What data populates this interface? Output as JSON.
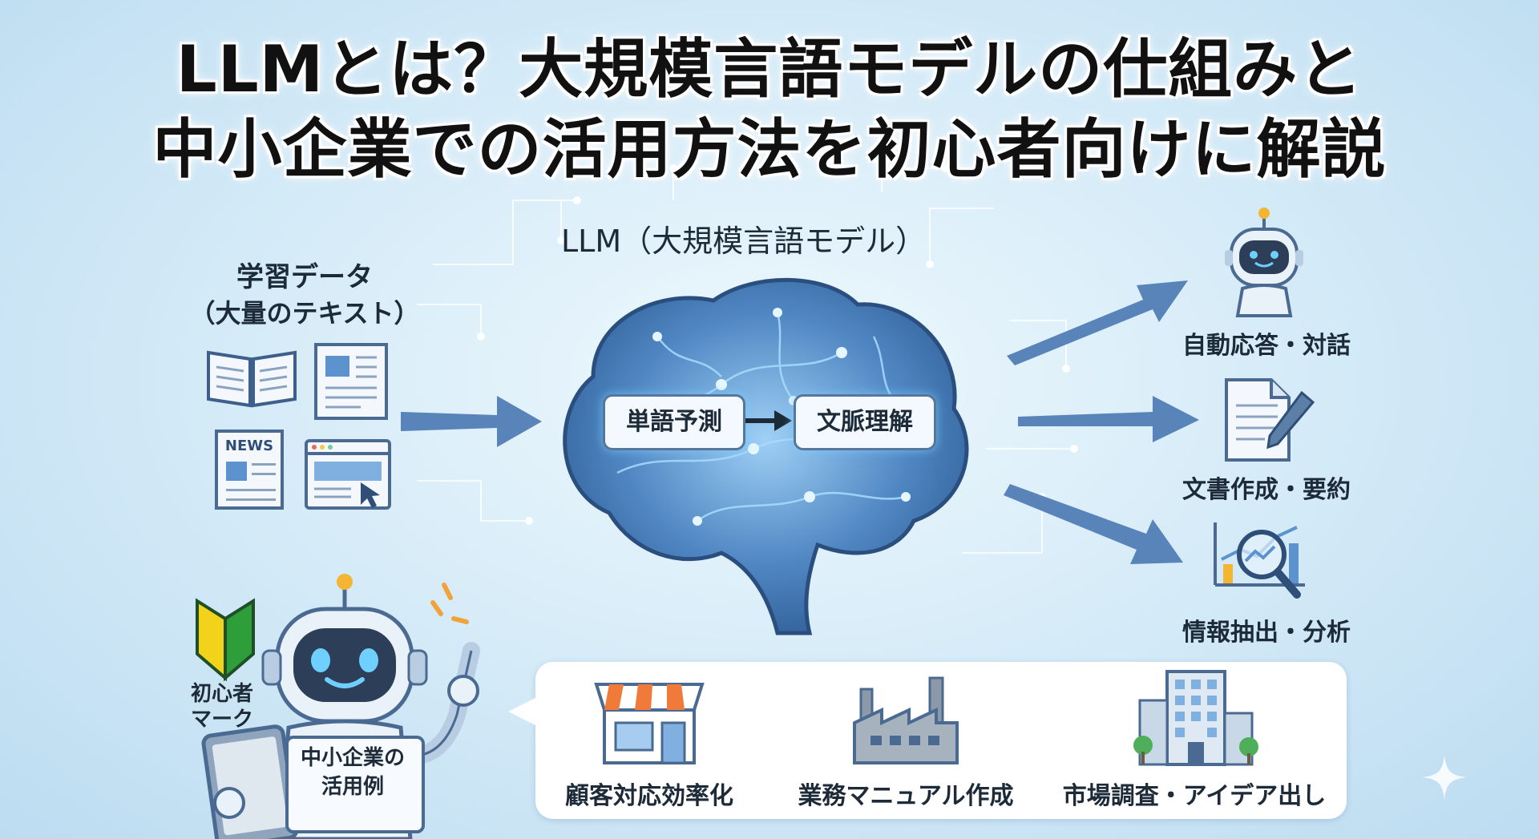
{
  "title": {
    "line1": "LLMとは？大規模言語モデルの仕組みと",
    "line2": "中小企業での活用方法を初心者向けに解説"
  },
  "llm_label": "LLM（大規模言語モデル）",
  "training_data": {
    "label_line1": "学習データ",
    "label_line2": "（大量のテキスト）",
    "news_text": "NEWS"
  },
  "brain": {
    "box1": "単語予測",
    "box2": "文脈理解"
  },
  "outputs": [
    {
      "label": "自動応答・対話",
      "icon": "chatbot-robot-icon"
    },
    {
      "label": "文書作成・要約",
      "icon": "document-pen-icon"
    },
    {
      "label": "情報抽出・分析",
      "icon": "magnifier-chart-icon"
    }
  ],
  "beginner": {
    "mark_line1": "初心者",
    "mark_line2": "マーク",
    "tablet_line1": "中小企業の",
    "tablet_line2": "活用例"
  },
  "use_cases": [
    {
      "label": "顧客対応効率化",
      "icon": "storefront-icon"
    },
    {
      "label": "業務マニュアル作成",
      "icon": "factory-icon"
    },
    {
      "label": "市場調査・アイデア出し",
      "icon": "office-building-icon"
    }
  ],
  "colors": {
    "arrow_blue": "#4d7bb3",
    "brain_blue": "#3f6ea8",
    "shoshinsha_green": "#2e9e3a",
    "shoshinsha_yellow": "#f2d21b",
    "awning_orange": "#f07a3a"
  }
}
